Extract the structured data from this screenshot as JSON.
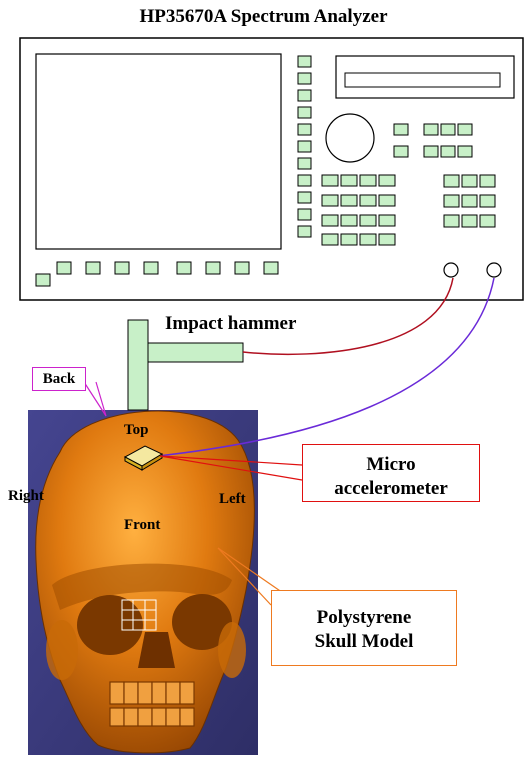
{
  "title": "HP35670A Spectrum Analyzer",
  "labels": {
    "impact_hammer": "Impact hammer",
    "back": "Back",
    "top": "Top",
    "right": "Right",
    "left": "Left",
    "front": "Front",
    "micro_line1": "Micro",
    "micro_line2": "accelerometer",
    "skull_line1": "Polystyrene",
    "skull_line2": "Skull Model"
  },
  "colors": {
    "background_panel": "#3a3a78",
    "skull": "#d8780a",
    "hammer": "#c8f0c8",
    "hammer_cable": "#b01020",
    "accel_cable": "#6a2ad8",
    "micro_border": "#e01010",
    "skull_border": "#ee7a20",
    "back_border": "#cc22cc",
    "button_fill": "#c8f0c8"
  }
}
